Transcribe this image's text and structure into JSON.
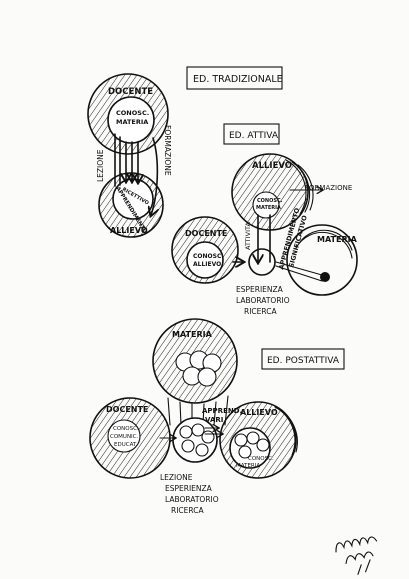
{
  "sections": {
    "tradizionale": "ED. TRADIZIONALE",
    "attiva": "ED. ATTIVA",
    "postattiva": "ED. POSTATTIVA"
  },
  "trad": {
    "docente": "DOCENTE",
    "conosc": "CONOSC.",
    "materia": "MATERIA",
    "allievo": "ALLIEVO",
    "lezione": "LEZIONE",
    "formazione": "FORMAZIONE",
    "apprendimento": "APPRENDIMENTO",
    "ricettivo": "RICETTIVO"
  },
  "attiva": {
    "allievo": "ALLIEVO",
    "conosc": "CONOSC.",
    "materia_small": "MATERIA",
    "formazione": "FORMAZIONE",
    "docente": "DOCENTE",
    "conosc2": "CONOSC.",
    "allievo2": "ALLIEVO",
    "attivita": "ATTIVITA",
    "apprendimento": "APPRENDIMENTO",
    "significativo": "SIGNIFICATIVO",
    "materia": "MATERIA",
    "esp1": "ESPERIENZA",
    "esp2": "LABORATORIO",
    "esp3": "RICERCA"
  },
  "post": {
    "materia": "MATERIA",
    "docente": "DOCENTE",
    "conosc": "CONOSC.",
    "comunic": "COMUNIC.",
    "educat": "EDUCAT.",
    "apprend1": "APPREND.",
    "apprend2": "VARI",
    "allievo": "ALLIEVO",
    "conosc2": "CONOSC.",
    "materia2": "MATERIA",
    "low1": "LEZIONE",
    "low2": "ESPERIENZA",
    "low3": "LABORATORIO",
    "low4": "RICERCA"
  },
  "signature": "Pellegrini metodi 2/92"
}
